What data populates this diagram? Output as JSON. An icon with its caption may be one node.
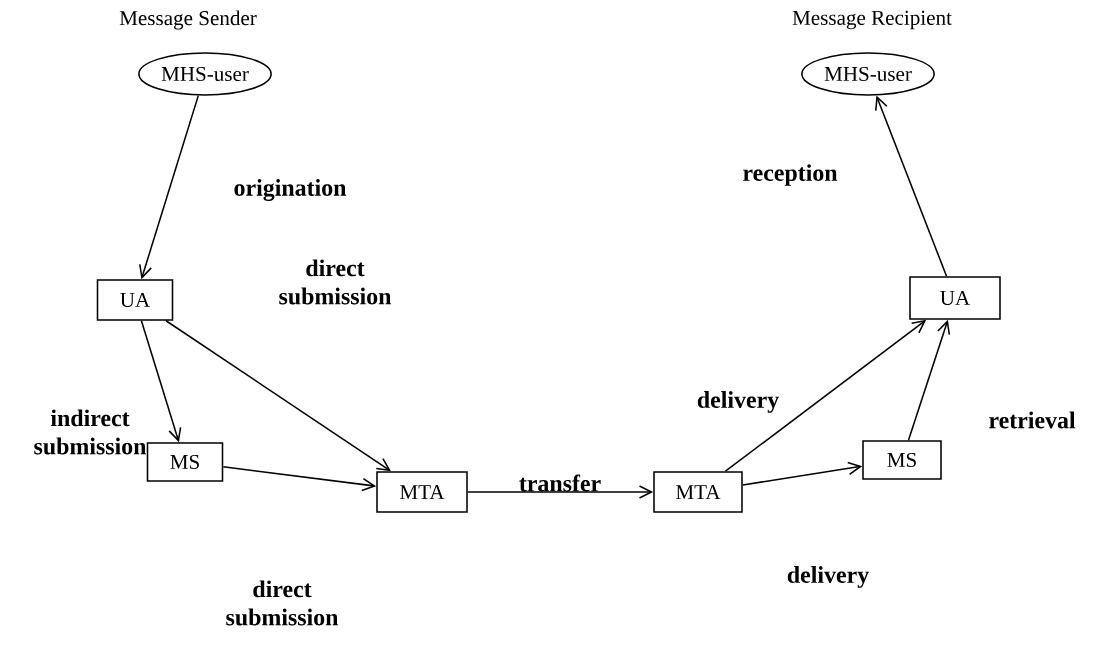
{
  "diagram": {
    "nodes": [
      {
        "text": [
          "MHS-user"
        ],
        "beside": [
          "Message Sender"
        ]
      },
      {
        "text": [
          "UA"
        ]
      },
      {
        "text": [
          "MS"
        ]
      },
      {
        "text": [
          "MTA"
        ]
      },
      {
        "text": [
          "MTA"
        ]
      },
      {
        "text": [
          "MS"
        ]
      },
      {
        "text": [
          "UA"
        ]
      },
      {
        "text": [
          "MHS-user"
        ],
        "beside": [
          "Message Recipient"
        ]
      }
    ],
    "edges": [
      {
        "from": 0,
        "to": 1,
        "arrow": "to",
        "label": "origination"
      },
      {
        "from": 1,
        "to": 2,
        "arrow": "to",
        "label": "indirect submission"
      },
      {
        "from": 1,
        "to": 3,
        "arrow": "to",
        "label": "direct submission"
      },
      {
        "from": 2,
        "to": 3,
        "arrow": "to",
        "label": "direct submission"
      },
      {
        "from": 3,
        "to": 4,
        "arrow": "to",
        "label": "transfer"
      },
      {
        "from": 4,
        "to": 6,
        "arrow": "to",
        "label": "delivery"
      },
      {
        "from": 4,
        "to": 5,
        "arrow": "to",
        "label": "delivery"
      },
      {
        "from": 5,
        "to": 6,
        "arrow": "to",
        "label": "retrieval"
      },
      {
        "from": 6,
        "to": 7,
        "arrow": "to",
        "label": "reception"
      }
    ]
  }
}
